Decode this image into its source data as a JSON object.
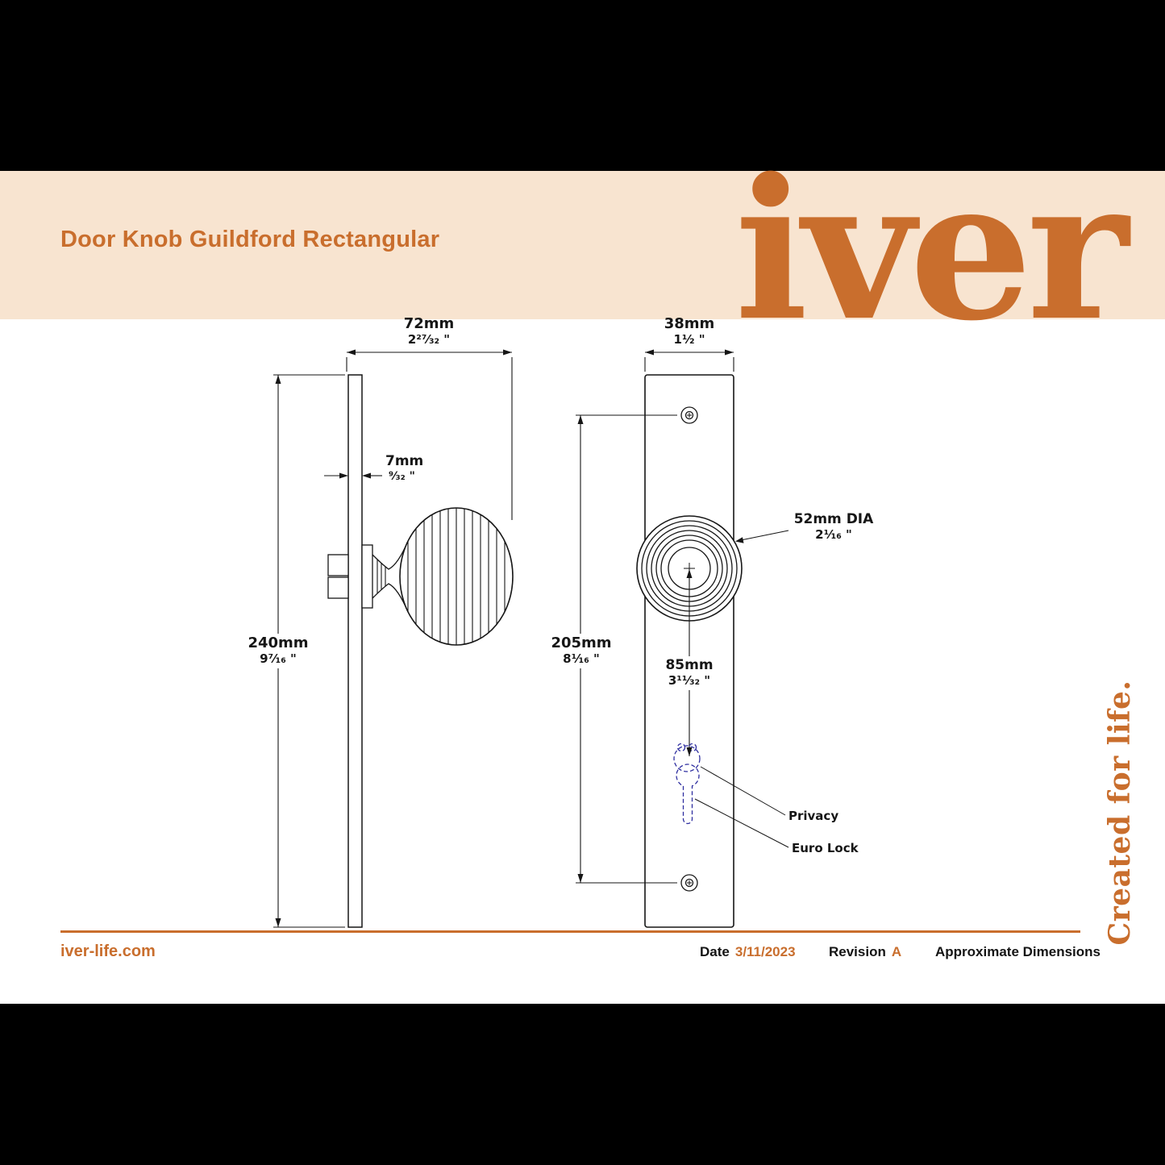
{
  "colors": {
    "accent": "#C96E2D",
    "band_bg": "#F8E4D0",
    "keyhole_blue": "#2E2EA0",
    "drawing_line": "#161616"
  },
  "header": {
    "title": "Door Knob Guildford Rectangular",
    "logo_text": "iver"
  },
  "side_view": {
    "depth": {
      "mm": "72mm",
      "inch": "2²⁷⁄₃₂ \""
    },
    "plate_thickness": {
      "mm": "7mm",
      "inch": "⁹⁄₃₂ \""
    },
    "plate_height": {
      "mm": "240mm",
      "inch": "9⁷⁄₁₆ \""
    }
  },
  "front_view": {
    "plate_width": {
      "mm": "38mm",
      "inch": "1¹⁄₂ \""
    },
    "fixing_centres": {
      "mm": "205mm",
      "inch": "8¹⁄₁₆ \""
    },
    "knob_diameter": {
      "mm": "52mm DIA",
      "inch": "2¹⁄₁₆ \""
    },
    "centre_to_keyhole": {
      "mm": "85mm",
      "inch": "3¹¹⁄₃₂ \""
    },
    "privacy_label": "Privacy",
    "euro_label": "Euro Lock"
  },
  "tagline": "Created for life.",
  "footer": {
    "website": "iver-life.com",
    "date_label": "Date",
    "date_value": "3/11/2023",
    "revision_label": "Revision",
    "revision_value": "A",
    "note": "Approximate Dimensions"
  }
}
